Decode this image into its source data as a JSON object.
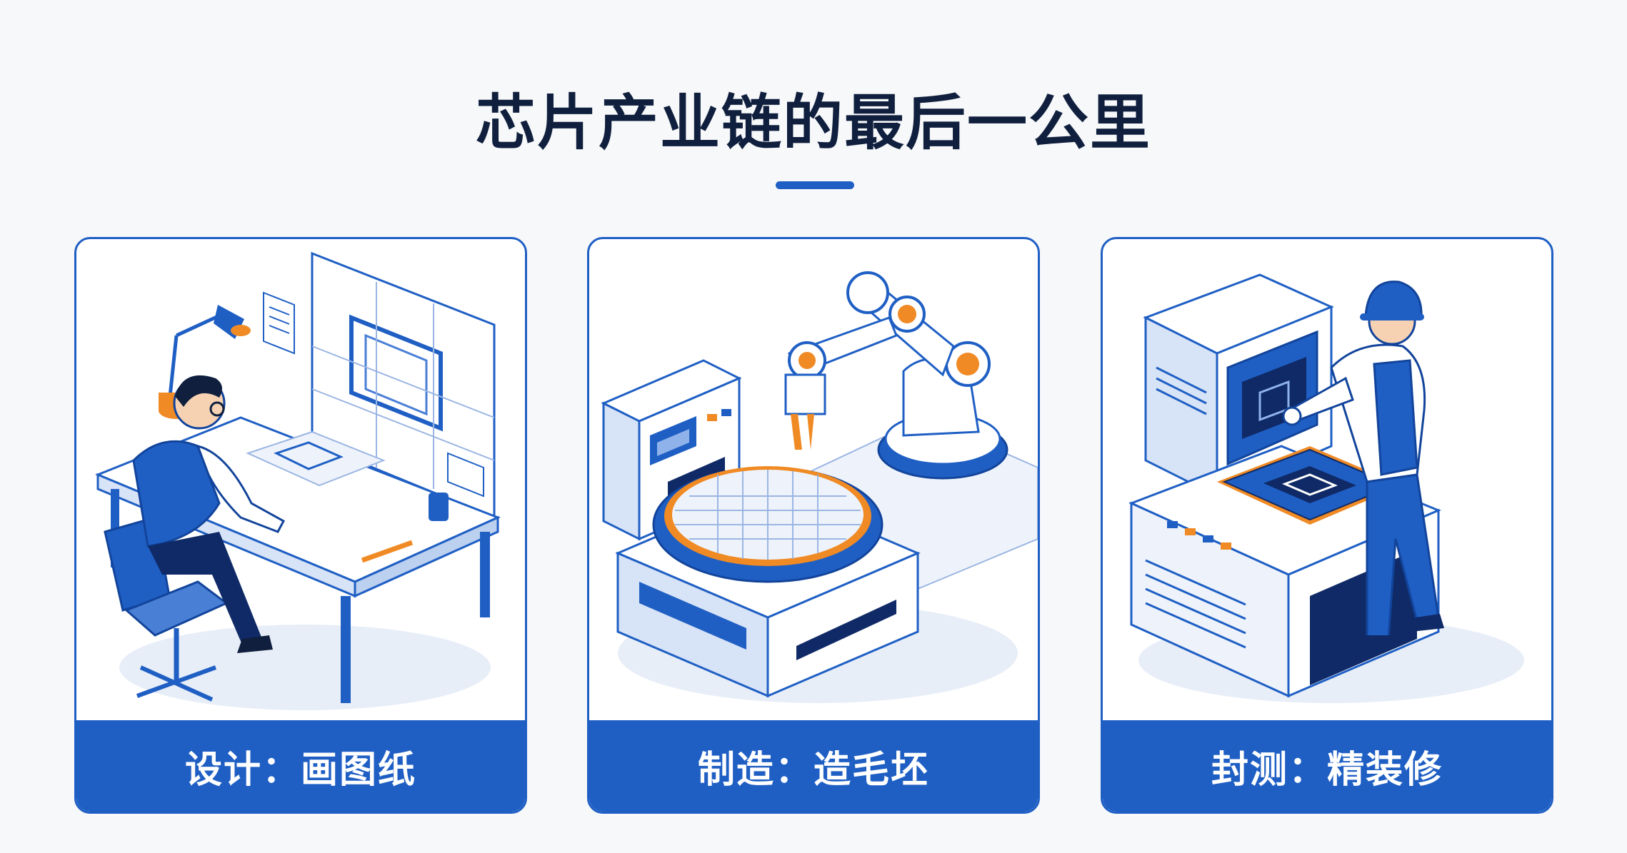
{
  "title": "芯片产业链的最后一公里",
  "colors": {
    "accent": "#1f5fc4",
    "title": "#0f1f3d",
    "highlight_orange": "#f08a24",
    "background": "#f7f8fa"
  },
  "cards": [
    {
      "caption": "设计：画图纸",
      "illustration": "designer-drafting-chip-layout"
    },
    {
      "caption": "制造：造毛坯",
      "illustration": "robot-arm-processing-wafer"
    },
    {
      "caption": "封测：精装修",
      "illustration": "technician-testing-packaged-chip"
    }
  ]
}
